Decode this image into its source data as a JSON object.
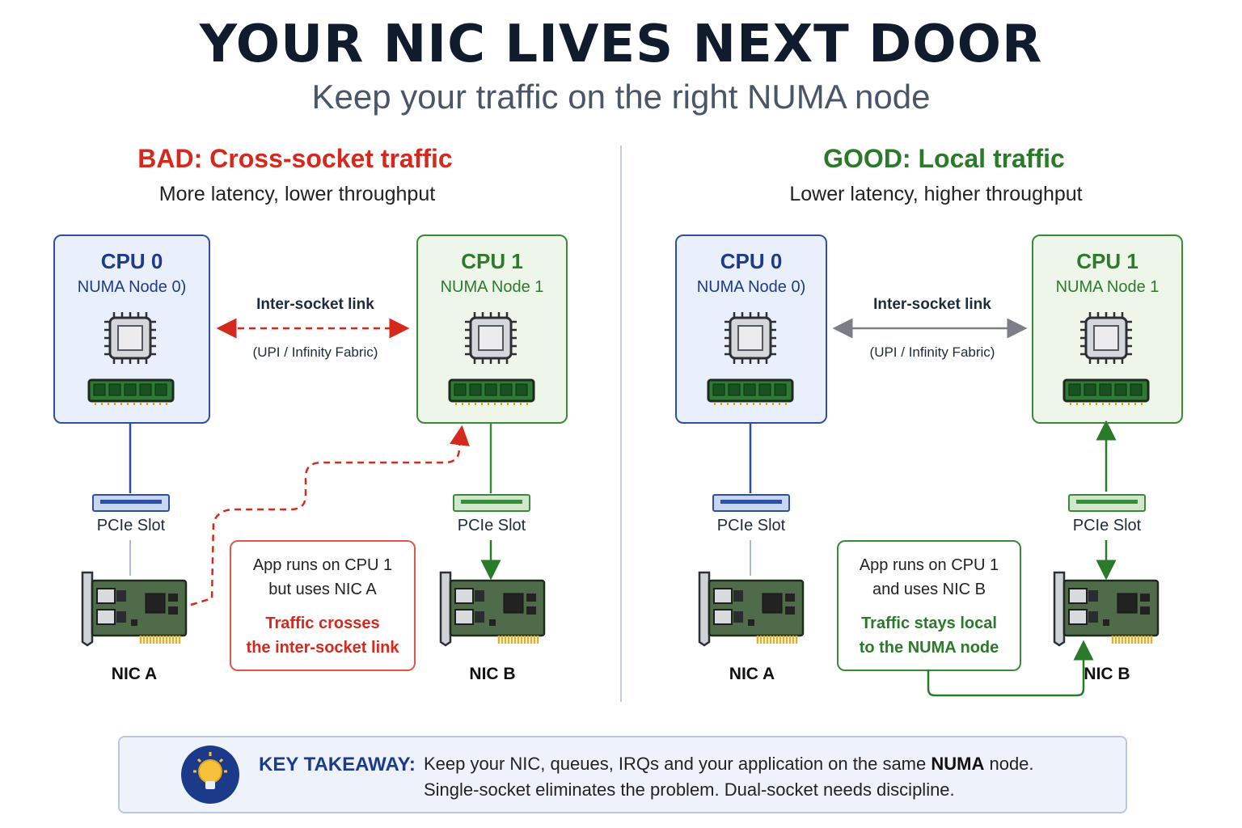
{
  "header": {
    "title": "YOUR NIC LIVES NEXT DOOR",
    "subtitle": "Keep your traffic on the right NUMA node"
  },
  "colors": {
    "bad": "#d6291d",
    "good": "#2a7a2a",
    "cpu0": "#2f4fa0",
    "cpu1": "#3a8a3a",
    "link_neutral": "#7a7f87",
    "takeaway_accent": "#1d3a8c"
  },
  "bad_panel": {
    "title": "BAD: Cross-socket traffic",
    "subtitle": "More latency, lower throughput",
    "cpu0": {
      "name": "CPU 0",
      "node": "NUMA Node 0)"
    },
    "cpu1": {
      "name": "CPU 1",
      "node": "NUMA Node 1"
    },
    "link_label": "Inter-socket link",
    "link_sub": "(UPI / Infinity Fabric)",
    "slot_a_label": "PCIe Slot",
    "slot_b_label": "PCIe Slot",
    "nic_a_label": "NIC A",
    "nic_b_label": "NIC B",
    "note": {
      "line1": "App runs on CPU 1",
      "line2": "but uses NIC A",
      "emph1": "Traffic crosses",
      "emph2": "the inter-socket link"
    }
  },
  "good_panel": {
    "title": "GOOD: Local traffic",
    "subtitle": "Lower latency, higher throughput",
    "cpu0": {
      "name": "CPU 0",
      "node": "NUMA Node 0)"
    },
    "cpu1": {
      "name": "CPU 1",
      "node": "NUMA Node 1"
    },
    "link_label": "Inter-socket link",
    "link_sub": "(UPI / Infinity Fabric)",
    "slot_a_label": "PCIe Slot",
    "slot_b_label": "PCIe Slot",
    "nic_a_label": "NIC A",
    "nic_b_label": "NIC B",
    "note": {
      "line1": "App runs on CPU 1",
      "line2": "and uses NIC B",
      "emph1": "Traffic stays local",
      "emph2": "to the NUMA node"
    }
  },
  "takeaway": {
    "label": "KEY TAKEAWAY:",
    "line1_pre": "Keep your NIC, queues, IRQs and your application on the same ",
    "line1_bold": "NUMA",
    "line1_post": " node.",
    "line2": "Single-socket eliminates the problem. Dual-socket needs discipline.",
    "icon": "lightbulb-icon"
  }
}
